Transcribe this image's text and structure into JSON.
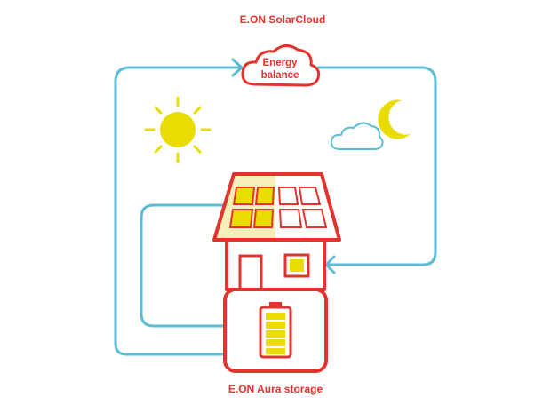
{
  "labels": {
    "solarcloud": "E.ON SolarCloud",
    "balance_line1": "Energy",
    "balance_line2": "balance",
    "storage": "E.ON Aura storage"
  },
  "colors": {
    "brand_red": "#e3332c",
    "flow_blue": "#5bbcd6",
    "sun_yellow": "#e8dc00",
    "panel_glow": "#f6f0b8",
    "battery_yellow": "#e8dc00"
  },
  "icons": {
    "sun": "sun-icon",
    "moon": "crescent-moon-icon",
    "cloud": "cloud-icon",
    "house": "house-icon",
    "battery": "battery-icon"
  }
}
